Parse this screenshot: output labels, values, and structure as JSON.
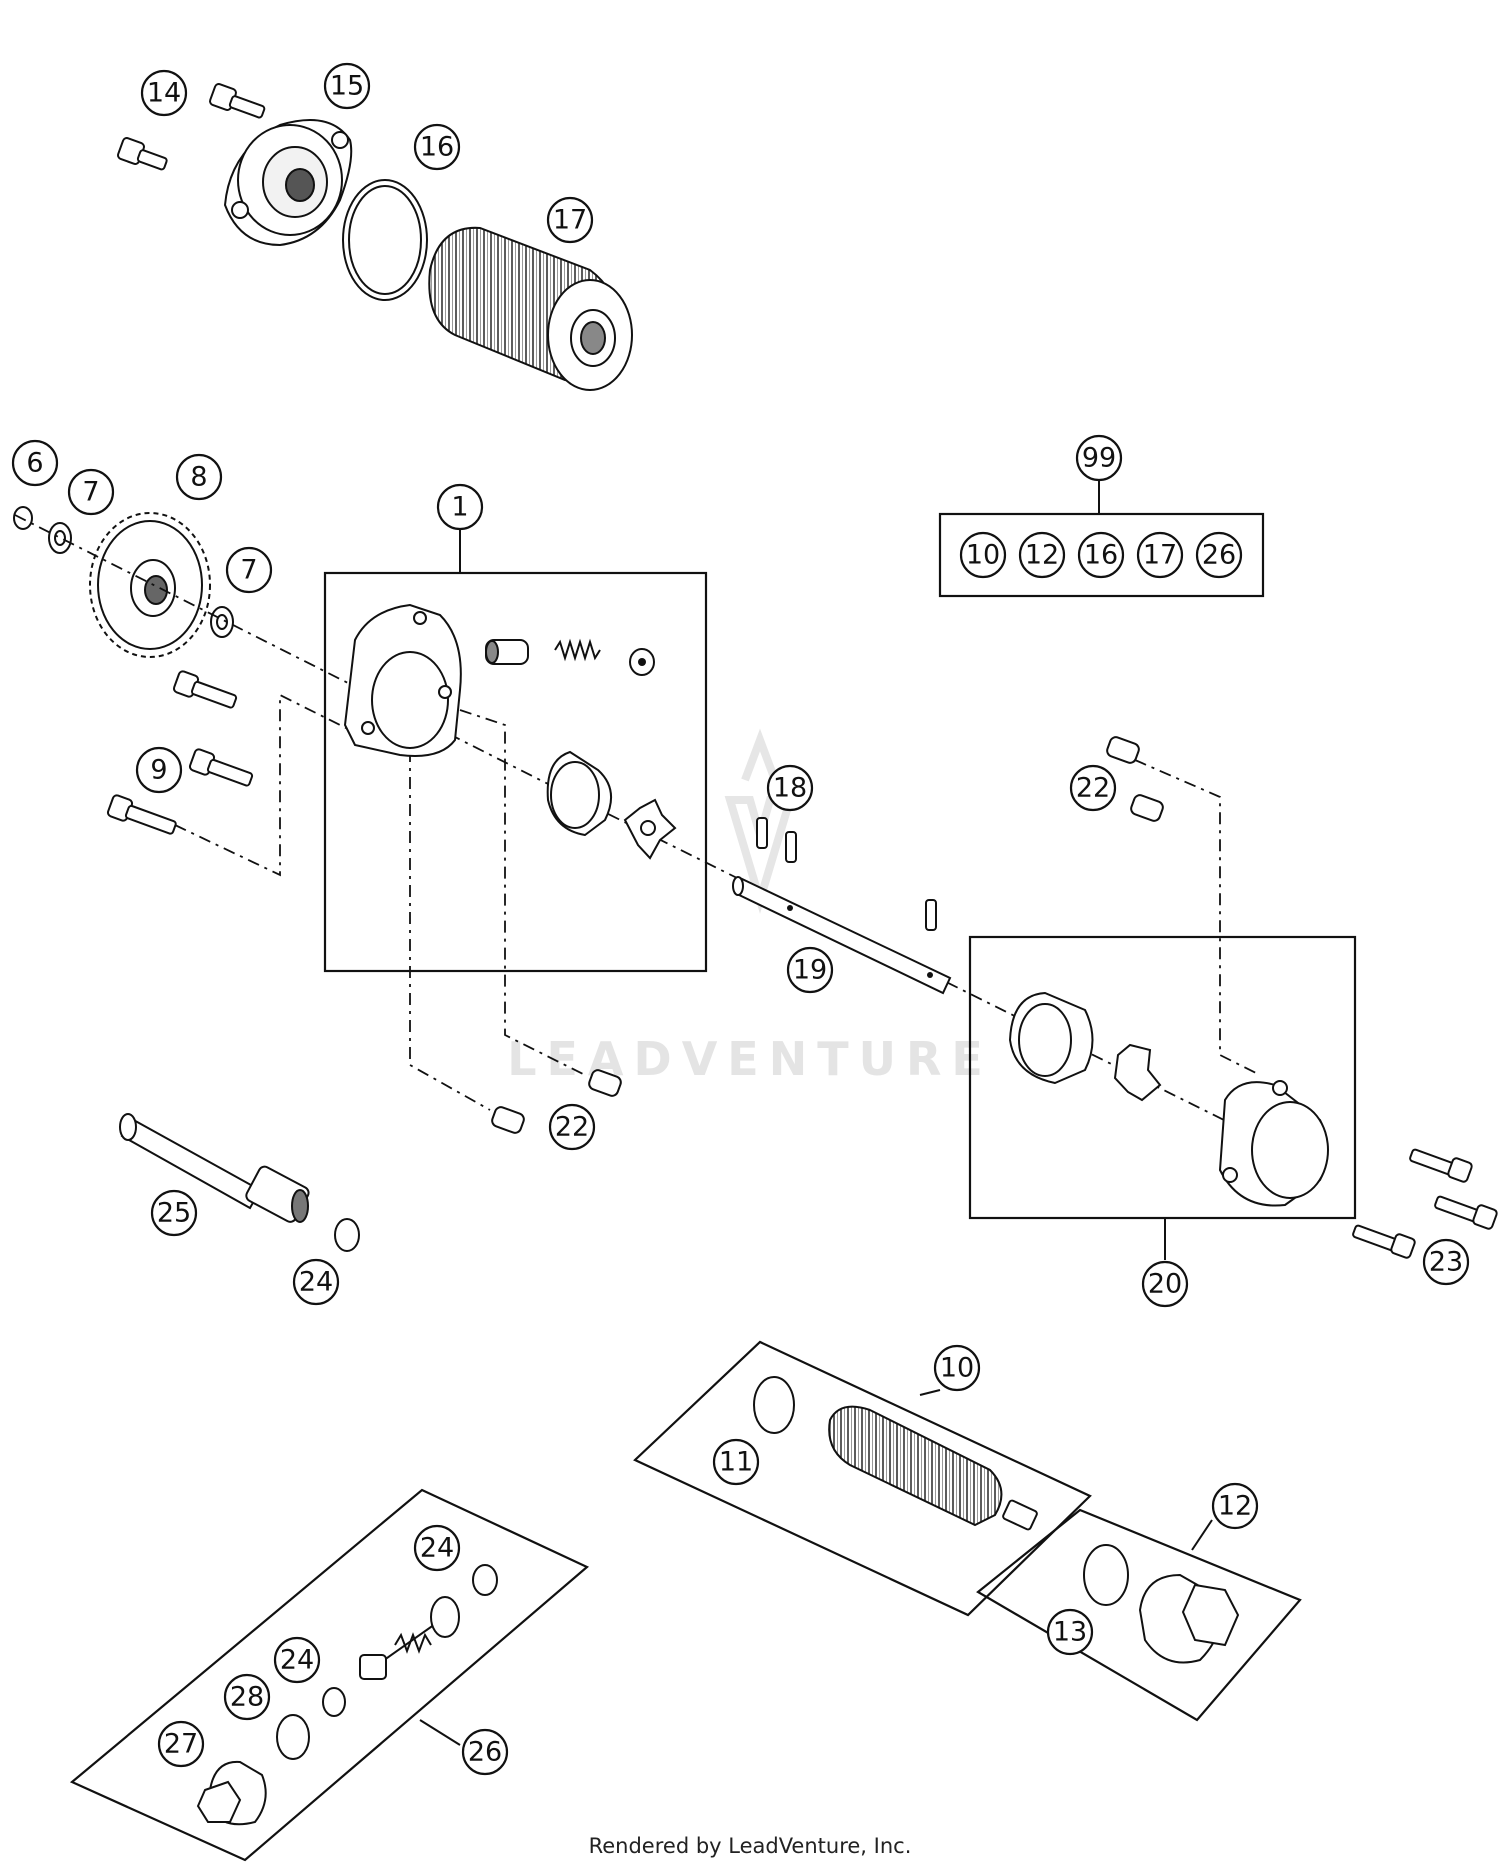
{
  "callouts": {
    "c14": "14",
    "c15": "15",
    "c16": "16",
    "c17": "17",
    "c6": "6",
    "c7a": "7",
    "c8": "8",
    "c7b": "7",
    "c1": "1",
    "c9": "9",
    "c18": "18",
    "c22a": "22",
    "c19": "19",
    "c22b": "22",
    "c25": "25",
    "c24a": "24",
    "c20": "20",
    "c23": "23",
    "c10": "10",
    "c11": "11",
    "c12": "12",
    "c13": "13",
    "c24b": "24",
    "c24c": "24",
    "c28": "28",
    "c27": "27",
    "c26": "26",
    "c99": "99"
  },
  "kit": {
    "label": "99",
    "items": [
      "10",
      "12",
      "16",
      "17",
      "26"
    ]
  },
  "watermark": "LEADVENTURE",
  "footer": "Rendered by LeadVenture, Inc."
}
